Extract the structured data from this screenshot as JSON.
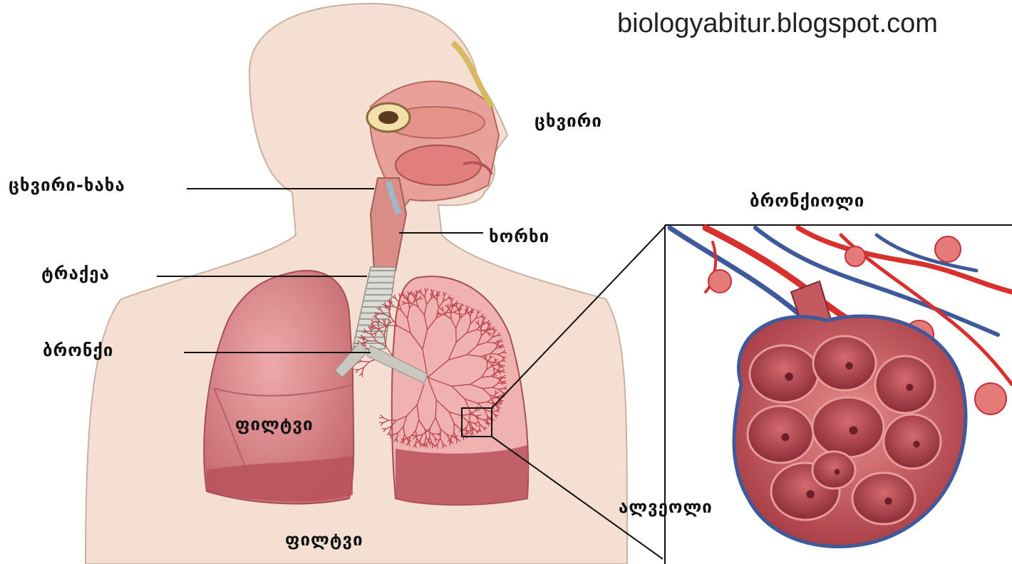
{
  "source_text": "biologyabitur.blogspot.com",
  "labels": {
    "nose": "ცხვირი",
    "nasopharynx": "ცხვირი-ხახა",
    "larynx": "ხორხი",
    "trachea": "ტრაქეა",
    "bronchus": "ბრონქი",
    "lung_inner": "ფილტვი",
    "lungs_bottom": "ფილტვი",
    "bronchiole": "ბრონქიოლი",
    "alveoli": "ალვეოლი"
  },
  "colors": {
    "skin": "#f4dfd2",
    "skin_outline": "#c9b1a4",
    "lung": "#e39494",
    "lung_dark": "#b9525a",
    "airway": "#d98d86",
    "trachea_rings": "#c8c9c4",
    "artery": "#d8312d",
    "vein": "#3e5a9a",
    "alveolus": "#c65a5f",
    "alveolus_inner": "#a43c45"
  }
}
